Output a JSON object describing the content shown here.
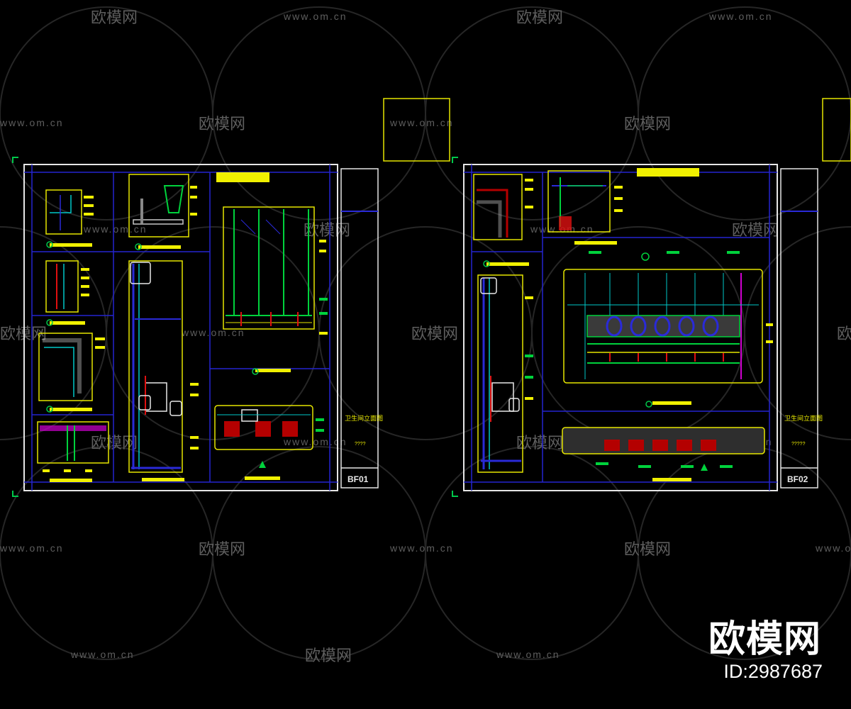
{
  "watermark": {
    "url_text": "www.om.cn",
    "brand_text": "欧模网"
  },
  "sheets": [
    {
      "title_cn": "卫生间立面图",
      "sheet_no": "BF01",
      "scale_note": "????"
    },
    {
      "title_cn": "卫生间立面图",
      "sheet_no": "BF02",
      "scale_note": "?????"
    }
  ],
  "corner_brand": {
    "name": "欧模网",
    "id_label": "ID:2987687"
  },
  "colors": {
    "background": "#000000",
    "frame_white": "#e8e8e8",
    "grid_blue": "#2a2ad8",
    "line_yellow": "#f0f000",
    "line_green": "#00d23c",
    "line_cyan": "#00c8c8",
    "line_red": "#e01010",
    "line_magenta": "#d000d0",
    "watermark": "#5a5a5a"
  }
}
